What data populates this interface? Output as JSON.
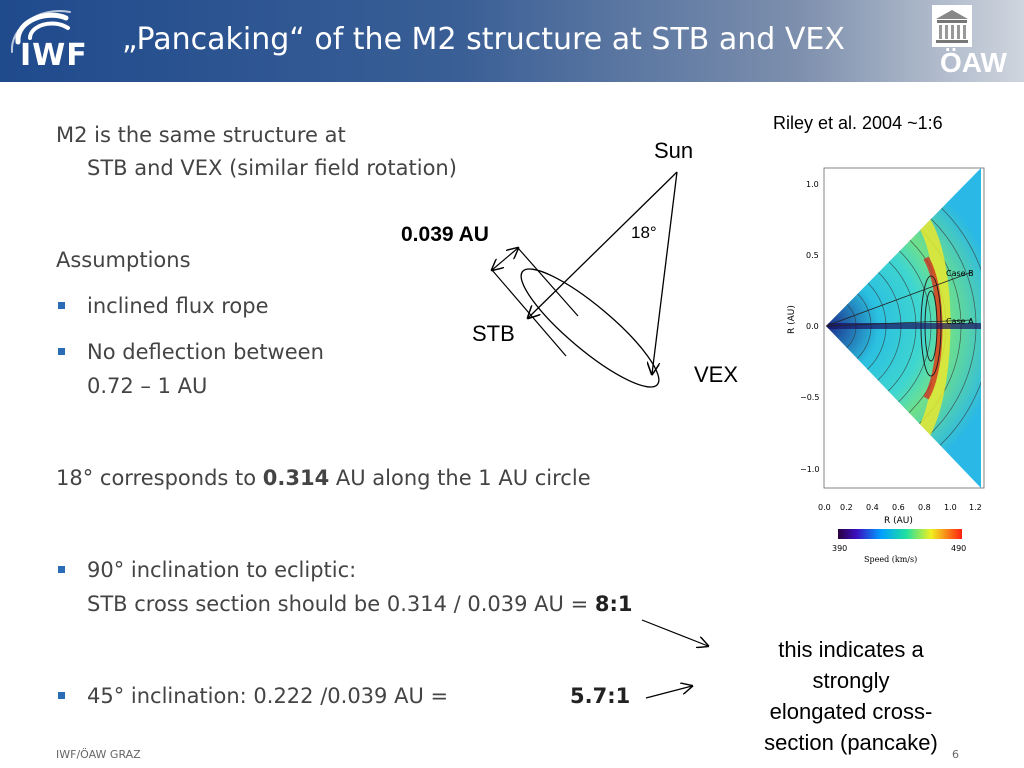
{
  "header": {
    "title": "„Pancaking“ of the M2 structure at STB and VEX",
    "iwf_logo": "IWF",
    "oaw_logo": "ÖAW"
  },
  "body": {
    "intro_line1": "M2 is the same structure at",
    "intro_line2": "STB and VEX (similar field rotation)",
    "assumptions_heading": "Assumptions",
    "assumption1": "inclined flux rope",
    "assumption2_line1": "No deflection between",
    "assumption2_line2": "0.72 – 1 AU",
    "corresp_prefix": "18° corresponds to ",
    "corresp_value": "0.314",
    "corresp_suffix": " AU along the 1 AU circle",
    "bullet90_line1": "90° inclination to ecliptic:",
    "bullet90_line2_prefix": "STB cross section should be 0.314 / 0.039 AU  =  ",
    "bullet90_ratio": "8:1",
    "bullet45_prefix": "45° inclination: 0.222 /0.039 AU =",
    "bullet45_ratio": "5.7:1"
  },
  "diagram": {
    "sun_label": "Sun",
    "distance_label": "0.039 AU",
    "angle_label": "18°",
    "stb_label": "STB",
    "vex_label": "VEX"
  },
  "figure": {
    "citation": "Riley et al. 2004 ~1:6",
    "y_axis_label": "R (AU)",
    "y_ticks": [
      "1.0",
      "0.5",
      "0.0",
      "−0.5",
      "−1.0"
    ],
    "x_axis_label": "R (AU)",
    "x_ticks": [
      "0.0",
      "0.2",
      "0.4",
      "0.6",
      "0.8",
      "1.0",
      "1.2"
    ],
    "case_b": "Case B",
    "case_a": "Case A",
    "colorbar_min": "390",
    "colorbar_max": "490",
    "colorbar_label": "Speed (km/s)"
  },
  "callout": {
    "line1": "this indicates a",
    "line2": "strongly",
    "line3": "elongated cross-",
    "line4": "section (pancake)"
  },
  "footer": {
    "left": "IWF/ÖAW GRAZ",
    "page": "6"
  }
}
